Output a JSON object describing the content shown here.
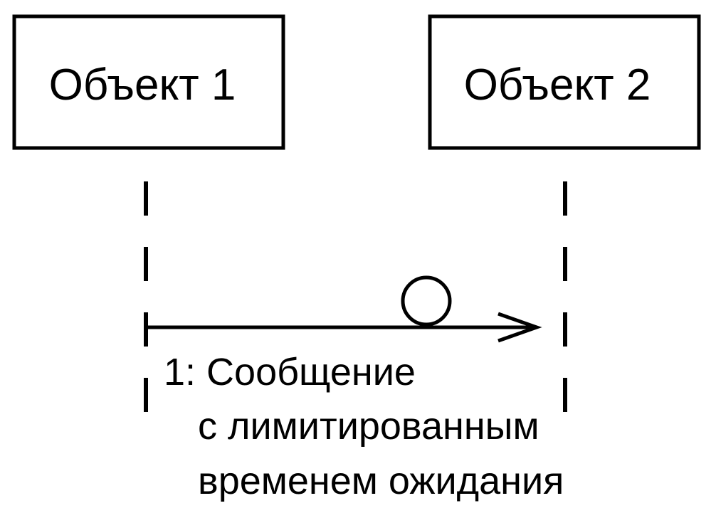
{
  "objects": [
    {
      "label": "Объект 1"
    },
    {
      "label": "Объект 2"
    }
  ],
  "message": {
    "line1": "1: Сообщение",
    "line2": "с лимитированным",
    "line3": "временем ожидания"
  },
  "colors": {
    "stroke": "#000000",
    "background": "#ffffff"
  }
}
